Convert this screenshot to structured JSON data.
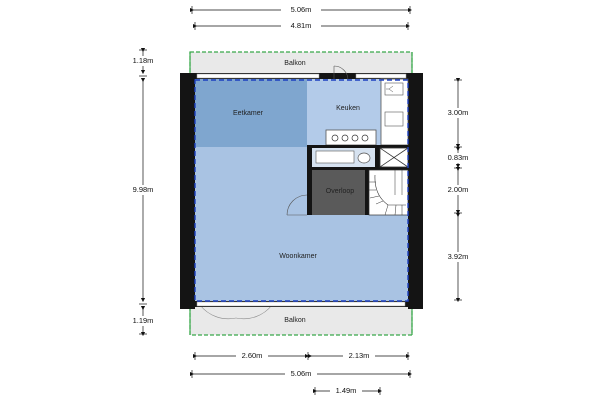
{
  "rooms": {
    "balkon_top": "Balkon",
    "eetkamer": "Eetkamer",
    "keuken": "Keuken",
    "overloop": "Overloop",
    "woonkamer": "Woonkamer",
    "balkon_bottom": "Balkon"
  },
  "dimensions": {
    "top_total": "5.06m",
    "top_inner": "4.81m",
    "left_balkon_top": "1.18m",
    "left_total": "9.98m",
    "left_balkon_bottom": "1.19m",
    "right_keuken": "3.00m",
    "right_bath": "0.83m",
    "right_overloop": "2.00m",
    "right_woonkamer": "3.92m",
    "bottom_left": "2.60m",
    "bottom_right": "2.13m",
    "bottom_total": "5.06m",
    "bottom_stair": "1.49m"
  },
  "colors": {
    "wall": "#141414",
    "room_fill": "#a9c3e3",
    "eetkamer_fill": "#7fa6cf",
    "keuken_fill": "#b3cbe9",
    "overloop_fill": "#5a5a5a",
    "boundary_blue": "#1c3fbf",
    "balkon_green": "#39a84a",
    "balkon_fill": "#e9e9e9"
  }
}
